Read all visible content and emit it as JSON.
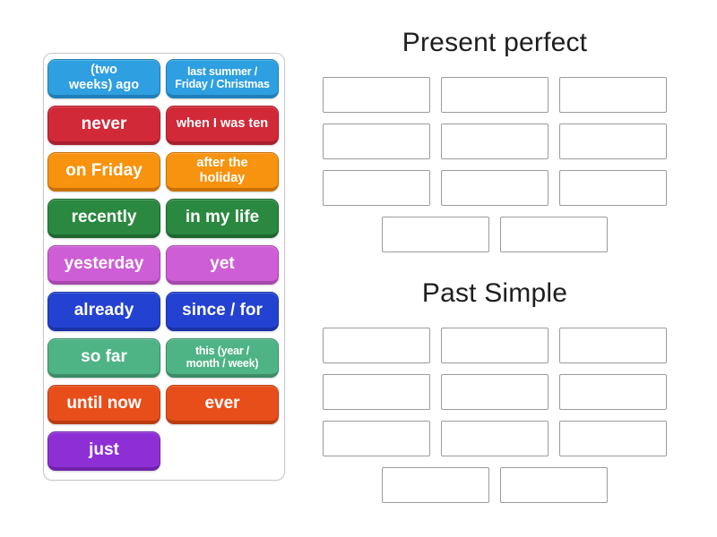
{
  "colors": {
    "page_background": "#ffffff",
    "panel_border": "#c8c8c8",
    "slot_border": "#9b9b9b",
    "title_text": "#1e1e1e",
    "tile_text": "#ffffff"
  },
  "tiles": [
    {
      "id": "two-weeks-ago",
      "label": "(two\nweeks) ago",
      "size": "md",
      "color": "#2e9fe0",
      "edge": "#1f7fb8"
    },
    {
      "id": "last-summer-friday-christmas",
      "label": "last summer /\nFriday / Christmas",
      "size": "sm",
      "color": "#2e9fe0",
      "edge": "#1f7fb8"
    },
    {
      "id": "never",
      "label": "never",
      "size": "lg",
      "color": "#d22939",
      "edge": "#a81e2c"
    },
    {
      "id": "when-i-was-ten",
      "label": "when I was ten",
      "size": "md",
      "color": "#d22939",
      "edge": "#a81e2c"
    },
    {
      "id": "on-friday",
      "label": "on Friday",
      "size": "lg",
      "color": "#f7930e",
      "edge": "#c97107"
    },
    {
      "id": "after-the-holiday",
      "label": "after the\nholiday",
      "size": "md",
      "color": "#f7930e",
      "edge": "#c97107"
    },
    {
      "id": "recently",
      "label": "recently",
      "size": "lg",
      "color": "#2a8840",
      "edge": "#1e6630"
    },
    {
      "id": "in-my-life",
      "label": "in my life",
      "size": "lg",
      "color": "#2a8840",
      "edge": "#1e6630"
    },
    {
      "id": "yesterday",
      "label": "yesterday",
      "size": "lg",
      "color": "#ce5ed5",
      "edge": "#a748ae"
    },
    {
      "id": "yet",
      "label": "yet",
      "size": "lg",
      "color": "#ce5ed5",
      "edge": "#a748ae"
    },
    {
      "id": "already",
      "label": "already",
      "size": "lg",
      "color": "#2342d1",
      "edge": "#1a32a8"
    },
    {
      "id": "since-for",
      "label": "since / for",
      "size": "lg",
      "color": "#2342d1",
      "edge": "#1a32a8"
    },
    {
      "id": "so-far",
      "label": "so far",
      "size": "lg",
      "color": "#4eb485",
      "edge": "#3b8c67"
    },
    {
      "id": "this-year-month-week",
      "label": "this (year /\nmonth / week)",
      "size": "sm",
      "color": "#4eb485",
      "edge": "#3b8c67"
    },
    {
      "id": "until-now",
      "label": "until now",
      "size": "lg",
      "color": "#e84e1a",
      "edge": "#ba3c12"
    },
    {
      "id": "ever",
      "label": "ever",
      "size": "lg",
      "color": "#e84e1a",
      "edge": "#ba3c12"
    },
    {
      "id": "just",
      "label": "just",
      "size": "lg",
      "color": "#8e2fd6",
      "edge": "#7122ab"
    }
  ],
  "groups": [
    {
      "title": "Present perfect",
      "slot_count": 11
    },
    {
      "title": "Past Simple",
      "slot_count": 11
    }
  ]
}
